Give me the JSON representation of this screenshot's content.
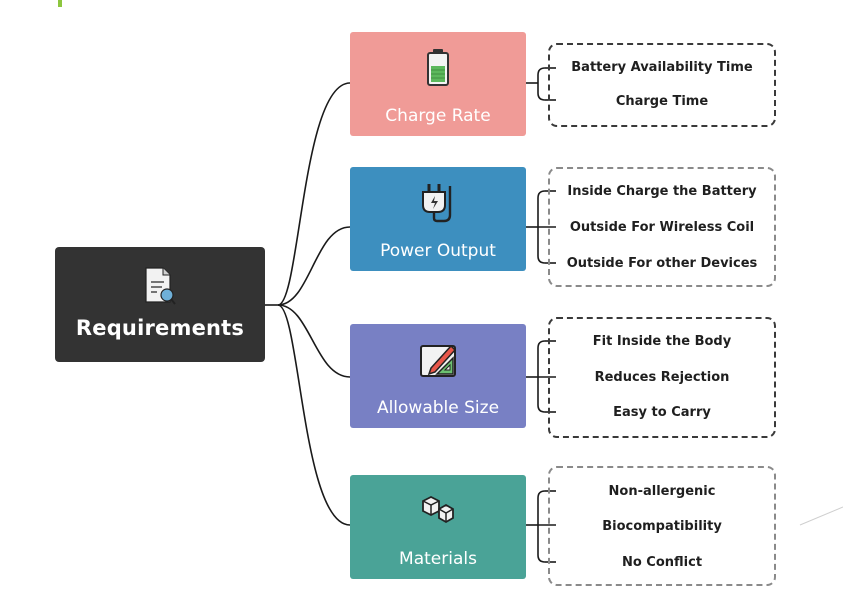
{
  "root": {
    "label": "Requirements",
    "icon": "document-search-icon"
  },
  "branches": [
    {
      "label": "Charge Rate",
      "icon": "battery-icon",
      "color": "#f09b97",
      "items": [
        "Battery Availability Time",
        "Charge Time"
      ]
    },
    {
      "label": "Power Output",
      "icon": "plug-icon",
      "color": "#3d8fbf",
      "items": [
        "Inside Charge the Battery",
        "Outside For Wireless Coil",
        "Outside For other Devices"
      ]
    },
    {
      "label": "Allowable Size",
      "icon": "ruler-pencil-icon",
      "color": "#7880c4",
      "items": [
        "Fit Inside the Body",
        "Reduces Rejection",
        "Easy to Carry"
      ]
    },
    {
      "label": "Materials",
      "icon": "cubes-icon",
      "color": "#4aa397",
      "items": [
        "Non-allergenic",
        "Biocompatibility",
        "No Conflict"
      ]
    }
  ],
  "colors": {
    "root": "#333333",
    "accent": "#8dc63f",
    "connector": "#1a1a1a"
  }
}
